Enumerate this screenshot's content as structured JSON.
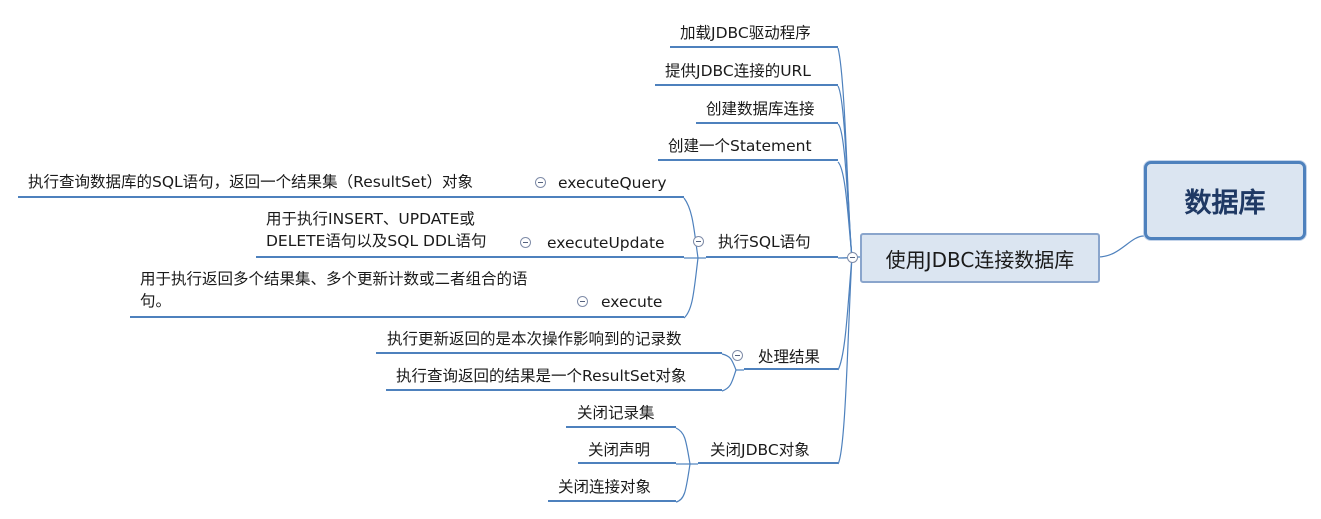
{
  "root": "数据库",
  "main": "使用JDBC连接数据库",
  "steps": {
    "load": "加载JDBC驱动程序",
    "url": "提供JDBC连接的URL",
    "conn": "创建数据库连接",
    "stmt": "创建一个Statement",
    "exec": "执行SQL语句",
    "result": "处理结果",
    "close": "关闭JDBC对象"
  },
  "exec_children": {
    "query": {
      "name": "executeQuery",
      "desc": "执行查询数据库的SQL语句，返回一个结果集（ResultSet）对象"
    },
    "update": {
      "name": "executeUpdate",
      "desc": "用于执行INSERT、UPDATE或DELETE语句以及SQL DDL语句"
    },
    "execute": {
      "name": "execute",
      "desc": "用于执行返回多个结果集、多个更新计数或二者组合的语句。"
    }
  },
  "result_children": {
    "update": "执行更新返回的是本次操作影响到的记录数",
    "query": "执行查询返回的结果是一个ResultSet对象"
  },
  "close_children": {
    "rs": "关闭记录集",
    "stmt": "关闭声明",
    "conn": "关闭连接对象"
  },
  "colors": {
    "line": "#4e81bd",
    "root_fill": "#dbe5f1",
    "root_text": "#1f3964"
  }
}
